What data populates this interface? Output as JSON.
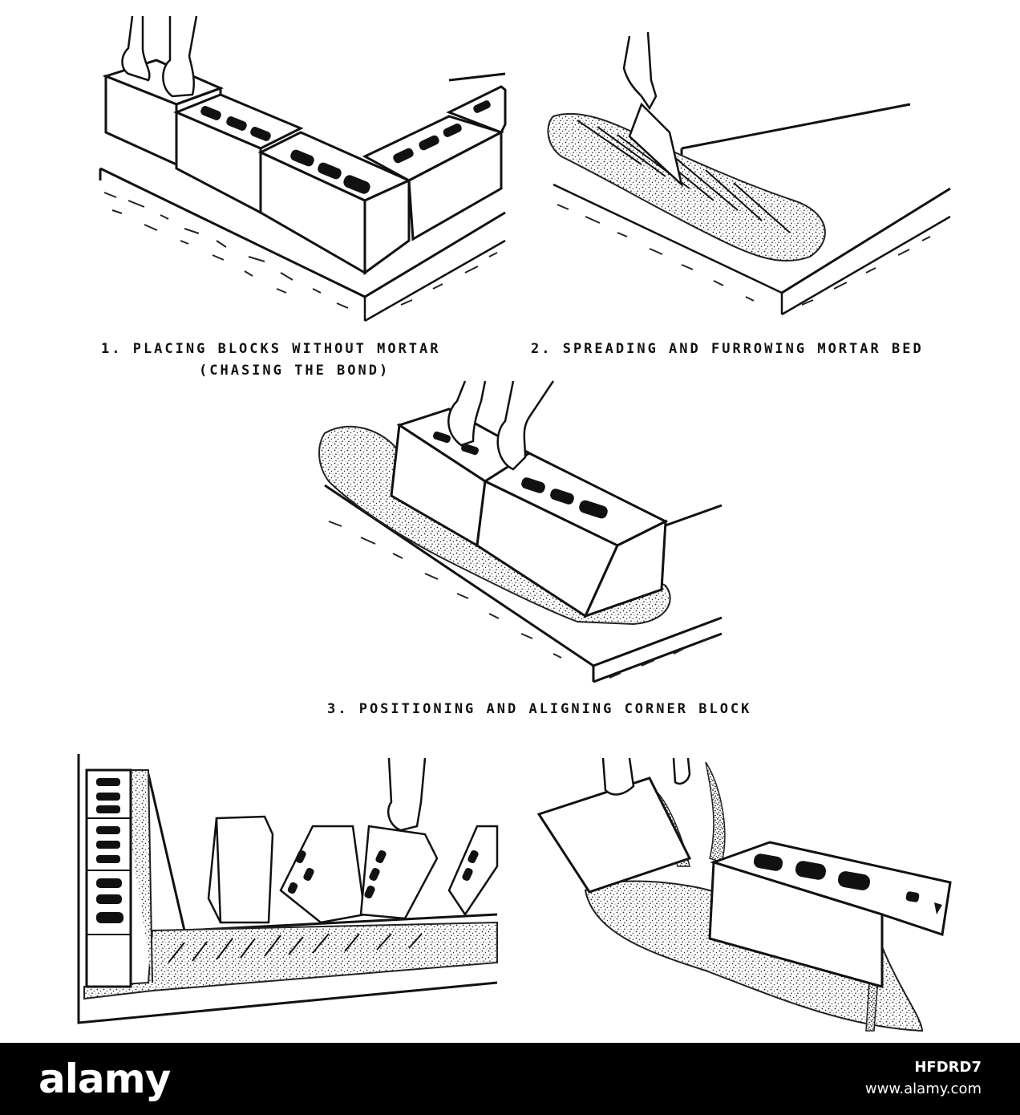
{
  "steps": [
    {
      "caption_line1": "1. PLACING BLOCKS WITHOUT MORTAR",
      "caption_line2": "(CHASING THE BOND)"
    },
    {
      "caption_line1": "2. SPREADING AND FURROWING MORTAR BED"
    },
    {
      "caption_line1": "3. POSITIONING AND ALIGNING CORNER BLOCK"
    }
  ],
  "footer": {
    "logo_text": "alamy",
    "image_id": "HFDRD7",
    "site": "www.alamy.com"
  },
  "colors": {
    "ink": "#111111",
    "mortar": "#d8d8d8",
    "footer_bg": "#000000"
  }
}
